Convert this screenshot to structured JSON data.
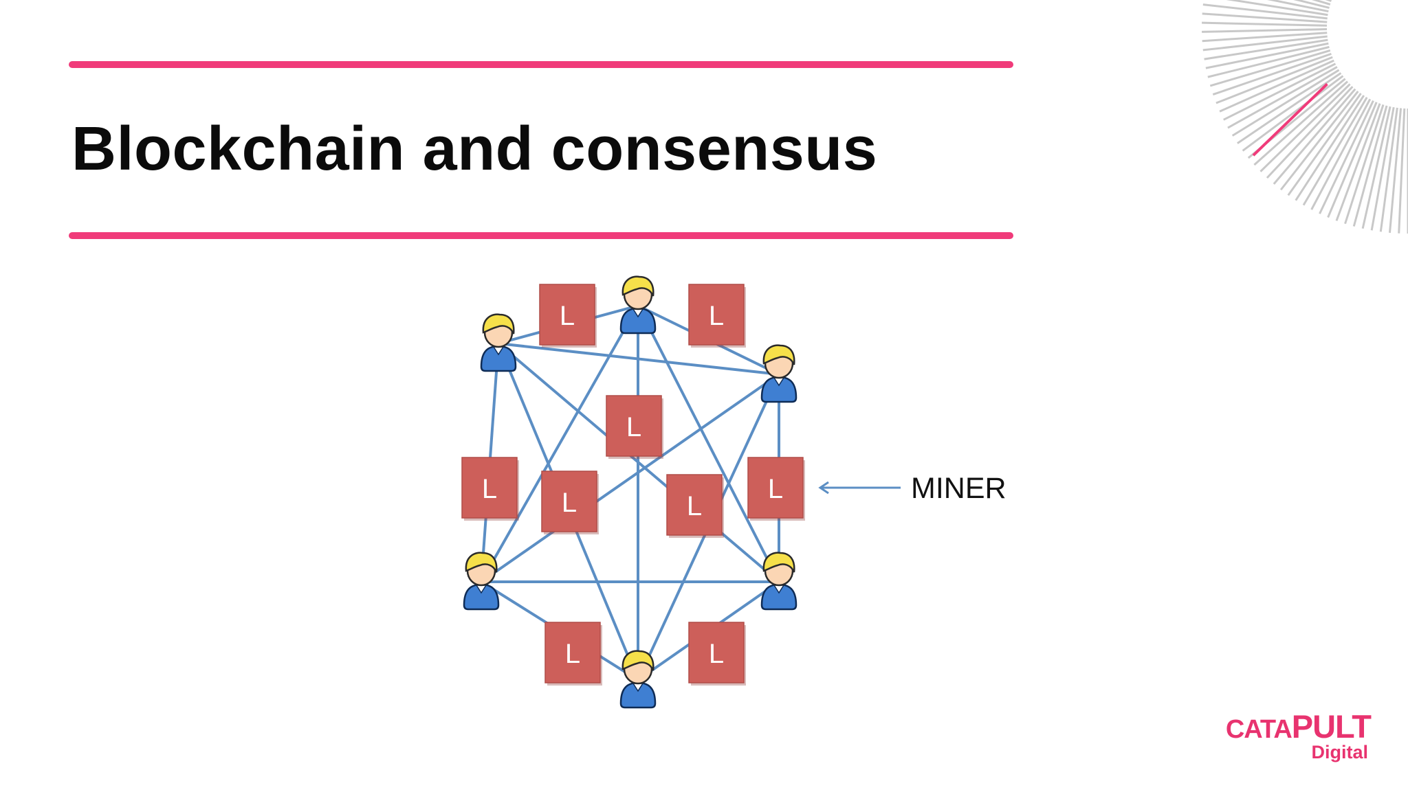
{
  "slide": {
    "title": "Blockchain and consensus",
    "accent_color": "#f03b7a"
  },
  "diagram": {
    "ledger_label": "L",
    "ledger_color": "#cd5f5a",
    "edge_color": "#5b8ec4",
    "miner_label": "MINER",
    "user_icon": "user-icon",
    "ledger_icon": "ledger-box"
  },
  "logo": {
    "brand": "catapult",
    "sub": "Digital",
    "color": "#e8336f"
  }
}
